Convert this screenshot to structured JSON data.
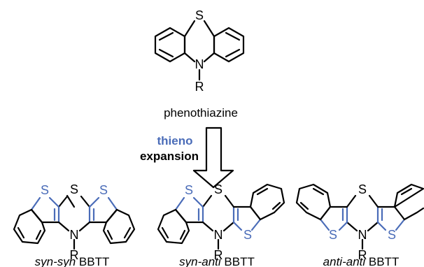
{
  "colors": {
    "ink": "#000000",
    "thieno": "#4a6cb8"
  },
  "atoms": {
    "sulfur": "S",
    "nitrogen": "N",
    "substituent": "R"
  },
  "top": {
    "name": "phenothiazine"
  },
  "arrow": {
    "line1": "thieno",
    "line2": "expansion"
  },
  "labels": {
    "syn_syn": {
      "prefix": "syn-syn",
      "suffix": " BBTT"
    },
    "syn_anti": {
      "prefix": "syn-anti",
      "suffix": " BBTT"
    },
    "anti_anti": {
      "prefix": "anti-anti",
      "suffix": " BBTT"
    }
  }
}
